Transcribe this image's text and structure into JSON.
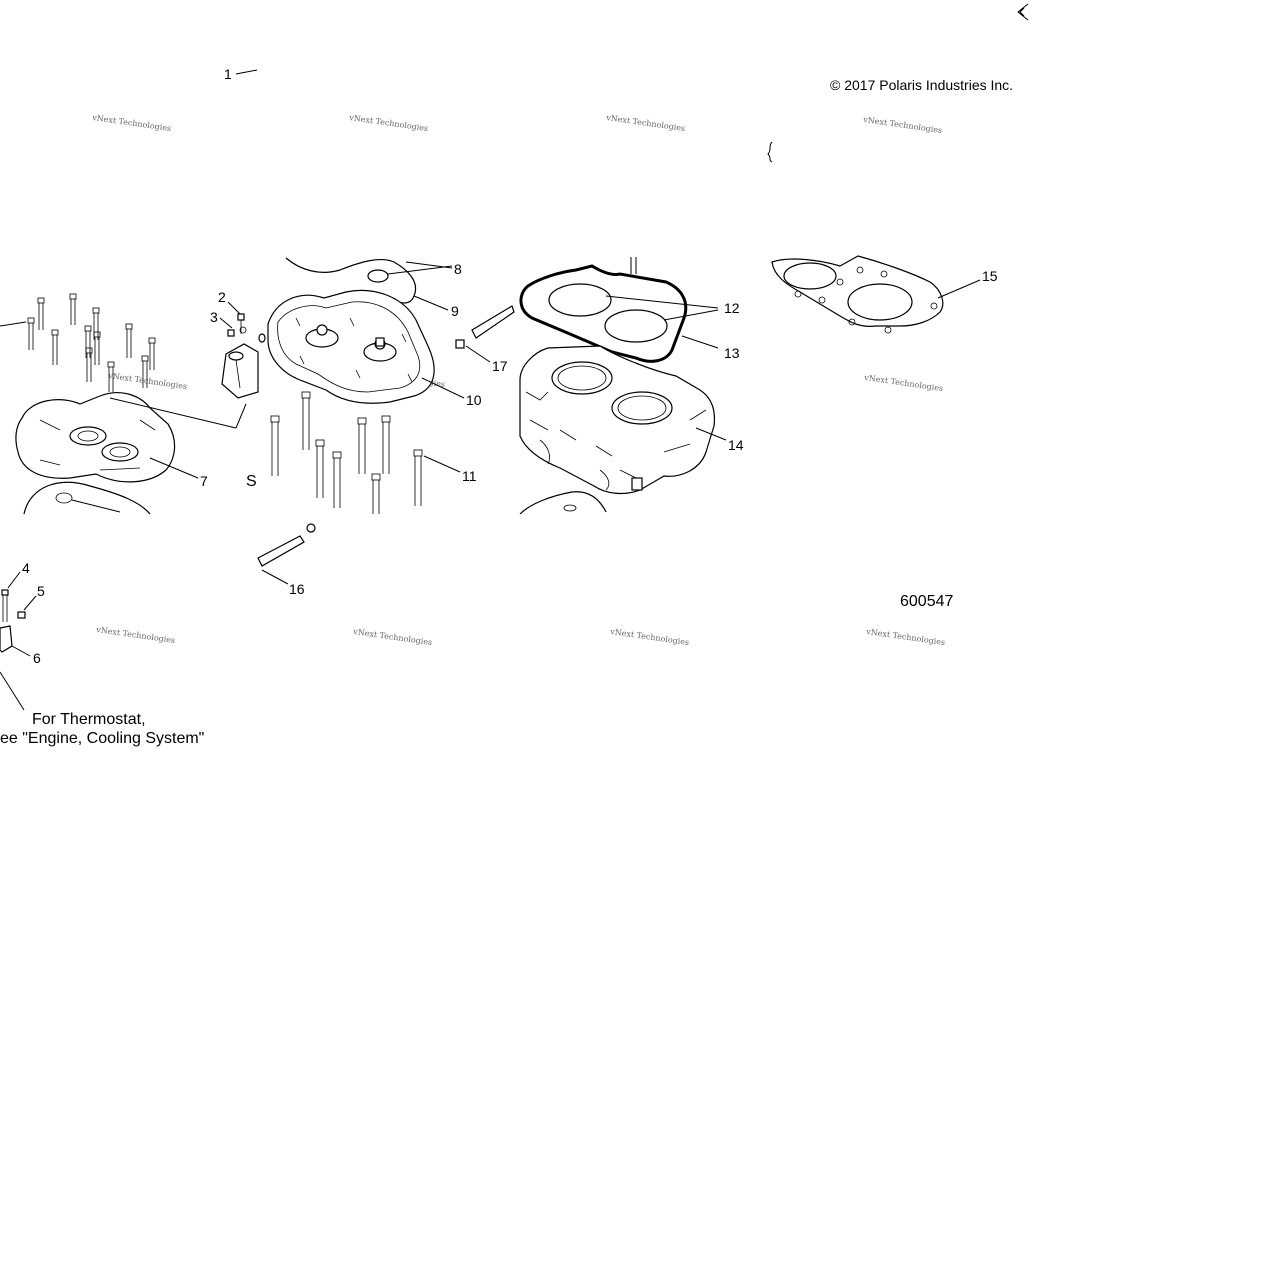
{
  "copyright": "© 2017 Polaris Industries Inc.",
  "diagram_id": "600547",
  "watermark": {
    "line1": "vNext Technologies",
    "line2": "Technologies"
  },
  "callouts": [
    "1",
    "2",
    "3",
    "4",
    "5",
    "6",
    "7",
    "8",
    "9",
    "10",
    "11",
    "12",
    "13",
    "14",
    "15",
    "16",
    "17"
  ],
  "stray_letter": "S",
  "note": {
    "line1": "For Thermostat,",
    "line2": "ee \"Engine, Cooling System\""
  },
  "colors": {
    "ink": "#000000",
    "background": "#ffffff",
    "watermark": "#888888"
  }
}
